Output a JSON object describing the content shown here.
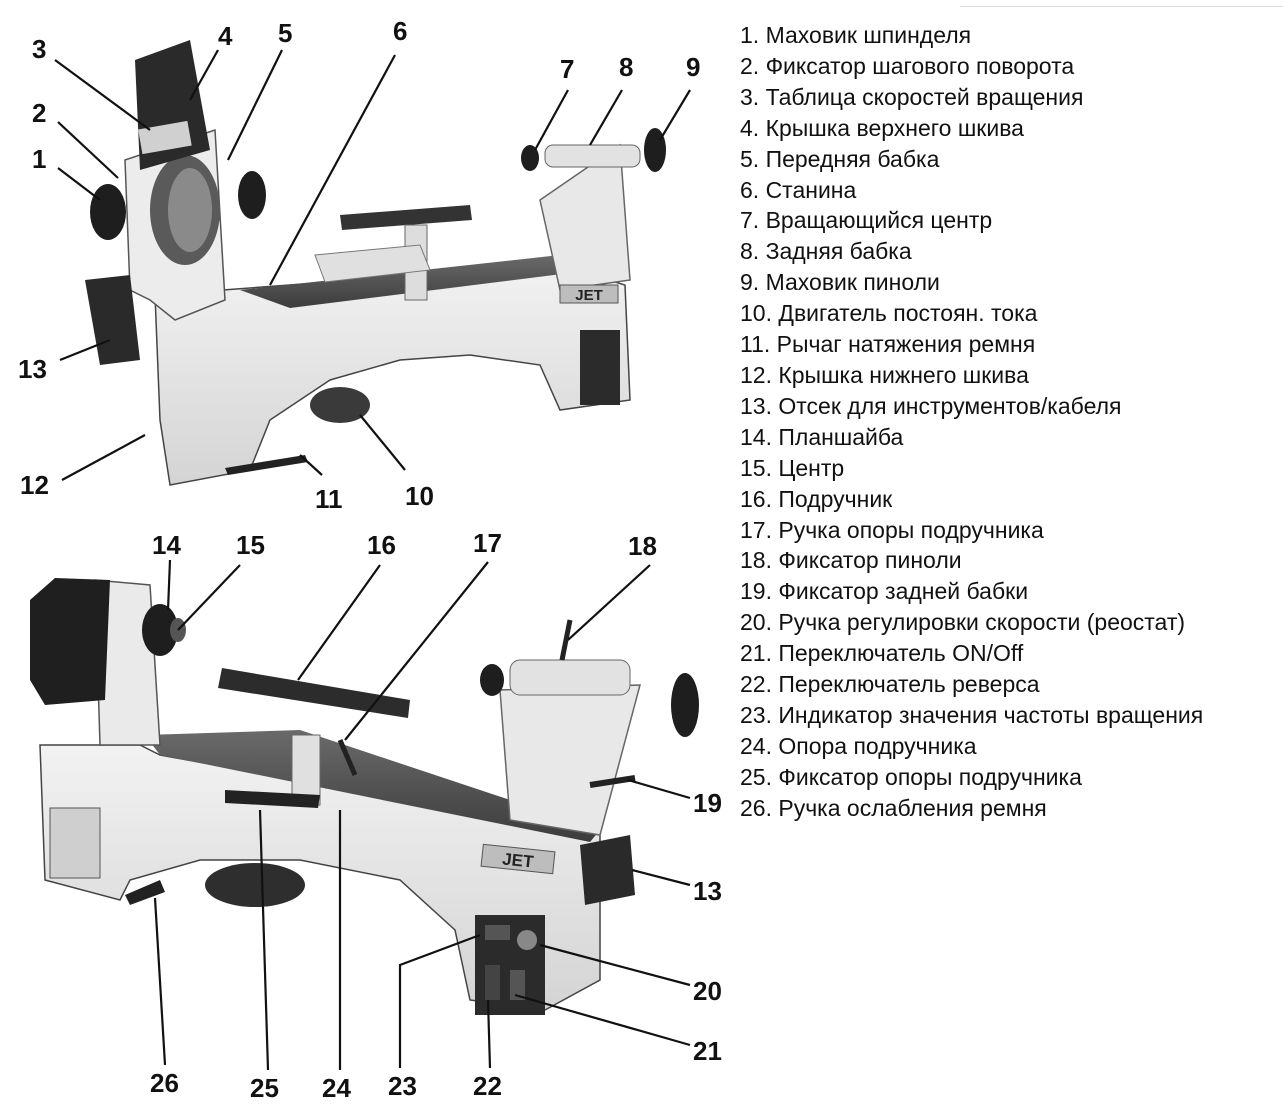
{
  "legend": [
    "1. Маховик шпинделя",
    "2. Фиксатор шагового поворота",
    "3. Таблица скоростей вращения",
    "4. Крышка верхнего шкива",
    "5. Передняя бабка",
    "6. Станина",
    "7. Вращающийся центр",
    "8. Задняя бабка",
    "9. Маховик пиноли",
    "10. Двигатель постоян. тока",
    "11. Рычаг натяжения ремня",
    "12. Крышка нижнего шкива",
    "13. Отсек для инструментов/кабеля",
    "14. Планшайба",
    "15. Центр",
    "16. Подручник",
    "17. Ручка опоры подручника",
    "18. Фиксатор пиноли",
    "19. Фиксатор задней бабки",
    "20. Ручка регулировки скорости (реостат)",
    "21. Переключатель ON/Off",
    "22. Переключатель реверса",
    "23. Индикатор значения частоты вращения",
    "24. Опора подручника",
    "25. Фиксатор опоры подручника",
    "26. Ручка ослабления ремня"
  ],
  "top_view": {
    "callouts": [
      "1",
      "2",
      "3",
      "4",
      "5",
      "6",
      "7",
      "8",
      "9",
      "10",
      "11",
      "12",
      "13"
    ],
    "logo_text": "JET"
  },
  "bottom_view": {
    "callouts": [
      "13",
      "14",
      "15",
      "16",
      "17",
      "18",
      "19",
      "20",
      "21",
      "22",
      "23",
      "24",
      "25",
      "26"
    ],
    "logo_text": "JET"
  },
  "colors": {
    "machine_body": "#e6e6e6",
    "bed": "#4a4a4a",
    "dark_parts": "#222222",
    "outline": "#111111"
  }
}
